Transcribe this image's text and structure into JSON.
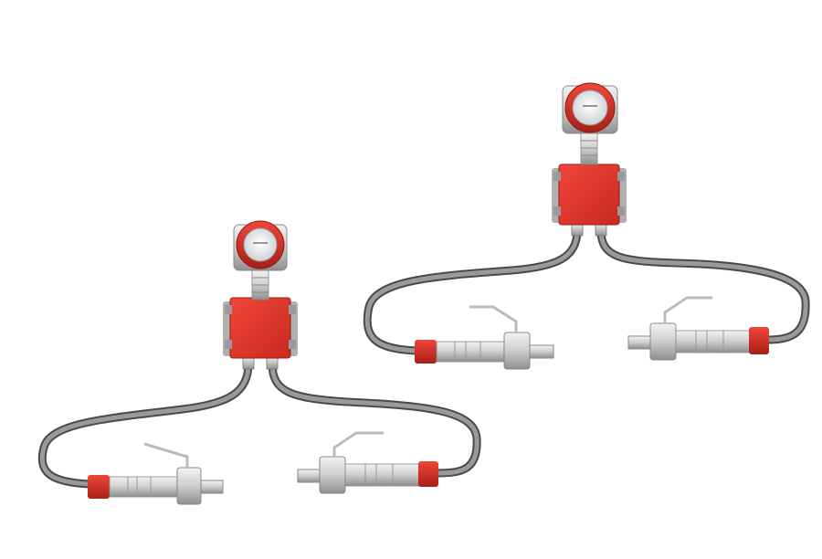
{
  "image": {
    "description_type": "product-render",
    "background_color": "#ffffff"
  },
  "colors": {
    "transmitter_red": "#e8352b",
    "transmitter_red_dark": "#b8231c",
    "cable_grey": "#8a8a8a",
    "cable_dark": "#4a4a4a",
    "metal_light": "#e6e6e6",
    "metal_mid": "#bdbdbd",
    "metal_dark": "#8f8f8f",
    "display_face": "#e9edf0"
  },
  "assemblies": [
    {
      "name": "left-assembly",
      "icon": "flow-meter-transmitter-icon"
    },
    {
      "name": "right-assembly",
      "icon": "flow-meter-transmitter-icon"
    }
  ]
}
